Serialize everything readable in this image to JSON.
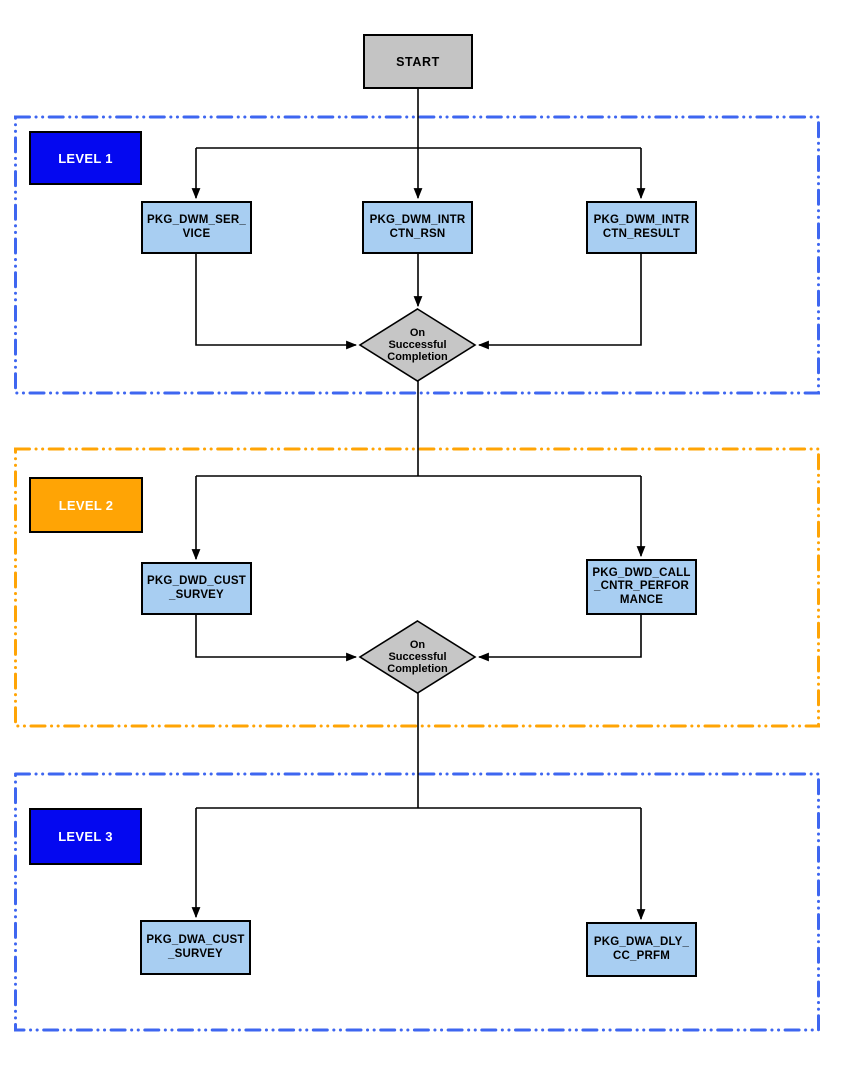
{
  "flowchart": {
    "start_label": "START",
    "levels": [
      {
        "label": "LEVEL 1",
        "label_color": "#0408F0",
        "border_color": "#3E66F0",
        "tasks": [
          {
            "label": "PKG_DWM_SER_\nVICE"
          },
          {
            "label": "PKG_DWM_INTR\nCTN_RSN"
          },
          {
            "label": "PKG_DWM_INTR\nCTN_RESULT"
          }
        ],
        "decision_label": "On\nSuccessful\nCompletion"
      },
      {
        "label": "LEVEL 2",
        "label_color": "#FFA405",
        "border_color": "#FFA405",
        "tasks": [
          {
            "label": "PKG_DWD_CUST\n_SURVEY"
          },
          {
            "label": "PKG_DWD_CALL\n_CNTR_PERFOR\nMANCE"
          }
        ],
        "decision_label": "On\nSuccessful\nCompletion"
      },
      {
        "label": "LEVEL 3",
        "label_color": "#0408F0",
        "border_color": "#3E66F0",
        "tasks": [
          {
            "label": "PKG_DWA_CUST\n_SURVEY"
          },
          {
            "label": "PKG_DWA_DLY_\nCC_PRFM"
          }
        ]
      }
    ],
    "colors": {
      "task_fill": "#A8CEF2",
      "start_fill": "#C4C4C4",
      "decision_fill": "#C6C6C6",
      "connector": "#000000"
    }
  }
}
